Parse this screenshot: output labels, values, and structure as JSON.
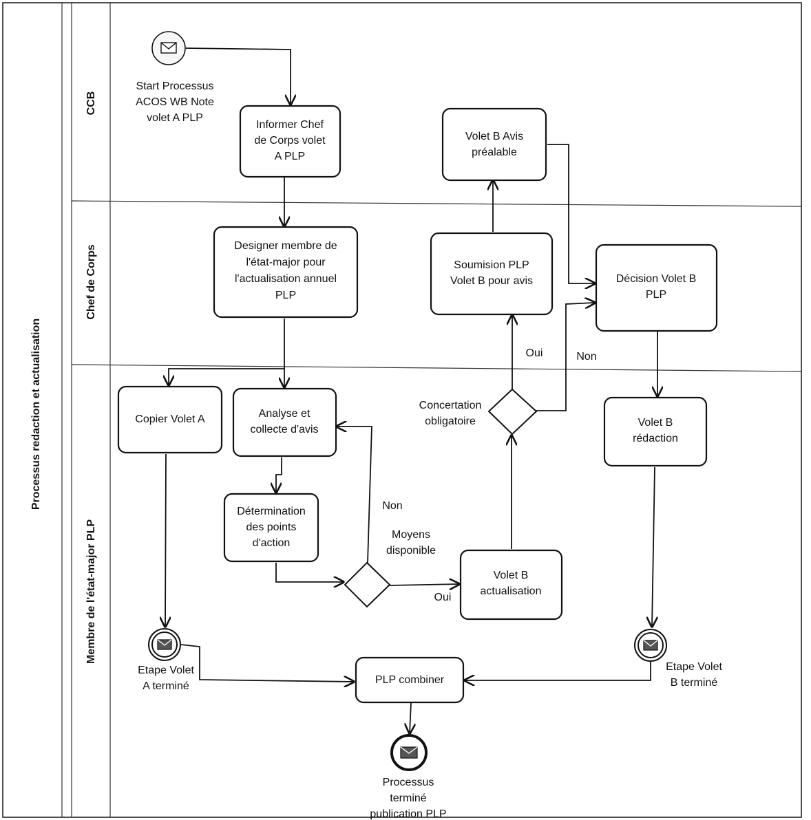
{
  "pool": {
    "label": "Processus redaction et actualisation"
  },
  "lanes": {
    "ccb": "CCB",
    "chef": "Chef de Corps",
    "membre": "Membre de l'état-major PLP"
  },
  "events": {
    "start": {
      "icon": "envelope-icon",
      "lines": [
        "Start Processus",
        "ACOS WB  Note",
        "volet A PLP"
      ]
    },
    "etape_a": {
      "icon": "envelope-icon",
      "lines": [
        "Etape Volet",
        "A terminé"
      ]
    },
    "etape_b": {
      "icon": "envelope-icon",
      "lines": [
        "Etape Volet",
        "B terminé"
      ]
    },
    "end": {
      "icon": "envelope-icon",
      "lines": [
        "Processus",
        "terminé",
        "publication PLP"
      ]
    }
  },
  "tasks": {
    "informer": [
      "Informer Chef",
      "de Corps volet",
      "A PLP"
    ],
    "volet_b_avis": [
      "Volet B Avis",
      "préalable"
    ],
    "designer": [
      "Designer membre de",
      "l'état-major pour",
      "l'actualisation  annuel",
      "PLP"
    ],
    "soumision": [
      "Soumision PLP",
      "Volet B pour avis"
    ],
    "decision": [
      "Décision Volet  B",
      "PLP"
    ],
    "copier": [
      "Copier Volet A"
    ],
    "analyse": [
      "Analyse et",
      "collecte d'avis"
    ],
    "determination": [
      "Détermination",
      "des points",
      "d'action"
    ],
    "volet_b_actualisation": [
      "Volet B",
      "actualisation"
    ],
    "volet_b_redaction": [
      "Volet B",
      "rédaction"
    ],
    "plp_combiner": [
      "PLP combiner"
    ]
  },
  "gateways": {
    "concertation": [
      "Concertation",
      "obligatoire"
    ],
    "moyens": [
      "Moyens",
      "disponible"
    ]
  },
  "flow_labels": {
    "oui_concertation": "Oui",
    "non_concertation": "Non",
    "non_moyens": "Non",
    "oui_moyens": "Oui"
  }
}
